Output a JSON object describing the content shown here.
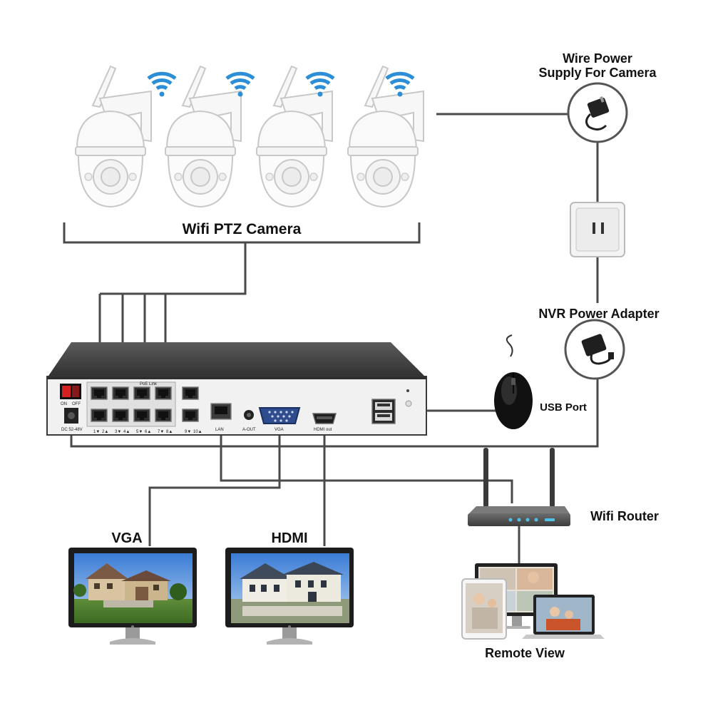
{
  "labels": {
    "cameras": "Wifi PTZ Camera",
    "wire_power_line1": "Wire Power",
    "wire_power_line2": "Supply For Camera",
    "nvr_power": "NVR Power Adapter",
    "usb_port": "USB Port",
    "router": "Wifi Router",
    "vga": "VGA",
    "hdmi": "HDMI",
    "remote_view": "Remote View"
  },
  "nvr_panel": {
    "power_on": "ON",
    "power_off": "OFF",
    "dc_in": "DC 52-48V",
    "poe_link": "PoE Link",
    "port_labels": [
      "1▼",
      "2▲",
      "3▼",
      "4▲",
      "5▼",
      "6▲",
      "7▼",
      "8▲",
      "9▼",
      "10▲"
    ],
    "lan": "LAN",
    "audio_out": "A-OUT",
    "vga_port": "VGA",
    "hdmi_port": "HDMI out"
  },
  "camera_count": 4,
  "colors": {
    "wire": "#4a4a4a",
    "nvr_body": "#3d3d3d",
    "nvr_front": "#f1f1f1",
    "wifi_signal": "#2b8ed6",
    "camera_outline": "#c8c8c8",
    "router_body": "#5a5a5a",
    "router_led": "#4ec1e8"
  }
}
